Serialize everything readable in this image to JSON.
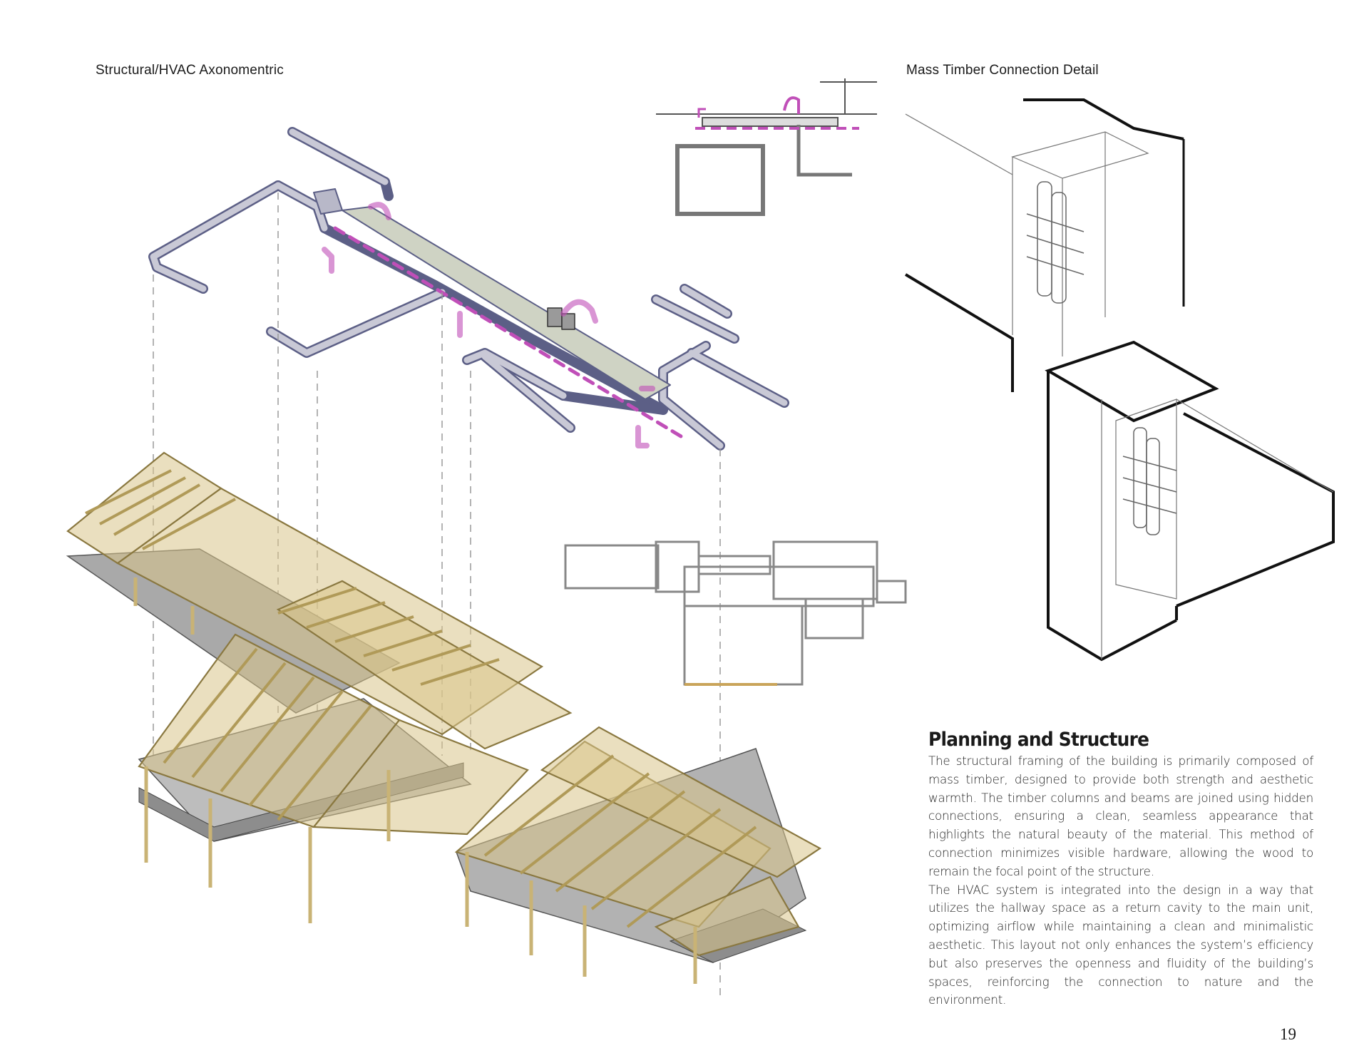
{
  "captions": {
    "left": "Structural/HVAC Axonomentric",
    "right": "Mass Timber Connection Detail"
  },
  "section": {
    "title": "Planning and Structure",
    "paragraph_1": "The structural framing of the building is primarily composed of mass timber, designed to provide both strength and aesthetic warmth. The timber columns and beams are joined using hidden connections, ensuring a clean, seamless appearance that highlights the natural beauty of the material. This method of connection minimizes visible hardware, allowing the wood to remain the focal point of the structure.",
    "paragraph_2": "The HVAC system is integrated into the design in a way that utilizes the hallway space as a return cavity to the main unit, optimizing airflow while maintaining a clean and minimalistic aesthetic. This layout not only enhances the system’s efficiency but also preserves the openness and fluidity of the building’s spaces, reinforcing the connection to nature and the environment."
  },
  "page_number": "19",
  "colors": {
    "duct": "#b9b9c8",
    "duct_edge": "#5c5f86",
    "return_line": "#c04fb8",
    "timber": "#d8c48a",
    "foundation": "#a9a9a9"
  }
}
